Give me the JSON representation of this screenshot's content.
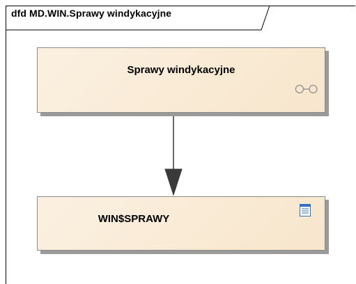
{
  "diagram": {
    "frame_title": "dfd MD.WIN.Sprawy windykacyjne",
    "process_node": {
      "label": "Sprawy windykacyjne",
      "icon": "link-icon"
    },
    "datastore_node": {
      "label": "WIN$SPRAWY",
      "icon": "table-icon"
    },
    "connector": {
      "from": "Sprawy windykacyjne",
      "to": "WIN$SPRAWY",
      "style": "arrow"
    }
  }
}
